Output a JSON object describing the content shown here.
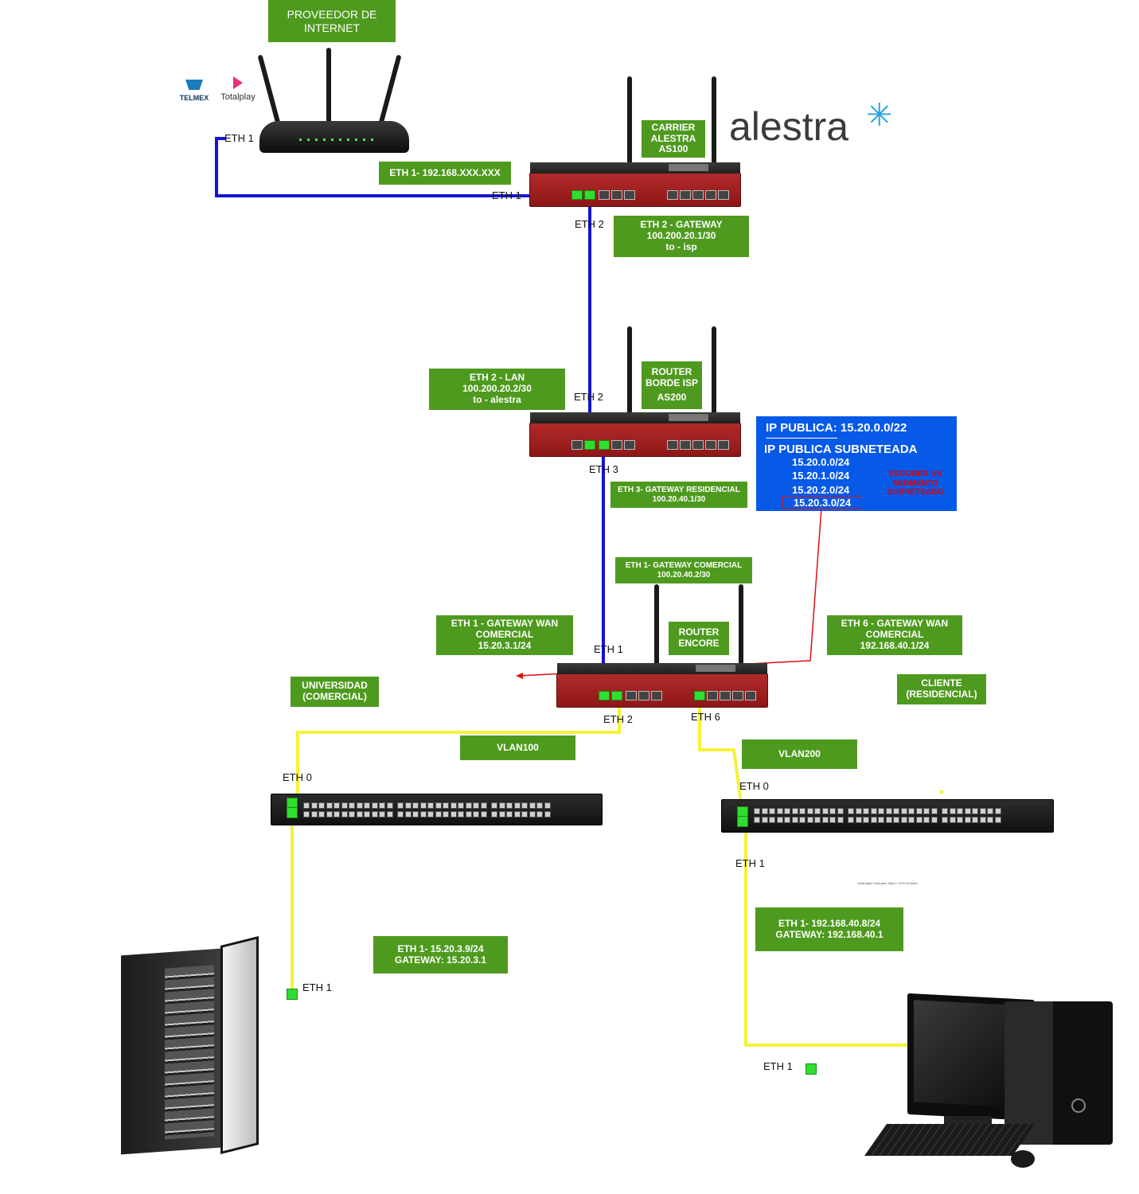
{
  "isp": {
    "title": "PROVEEDOR DE INTERNET",
    "logos": [
      "TELMEX",
      "Totalplay"
    ]
  },
  "alestra": {
    "brand": "alestra",
    "device": "CARRIER ALESTRA AS100",
    "eth1_label": "ETH 1- 192.168.XXX.XXX",
    "eth2_label": [
      "ETH 2 - GATEWAY",
      "100.200.20.1/30",
      "to - isp"
    ]
  },
  "isp_router": {
    "device": "ROUTER BORDE ISP",
    "as": "AS200",
    "eth2_label": [
      "ETH 2 - LAN",
      "100.200.20.2/30",
      "to - alestra"
    ],
    "eth3_label": [
      "ETH 3- GATEWAY RESIDENCIAL",
      "100.20.40.1/30"
    ]
  },
  "ip_publica": {
    "title": "IP PUBLICA: 15.20.0.0/22",
    "divider": "------------------------------------",
    "subtitle": "IP PUBLICA SUBNETEADA",
    "subnets": [
      "15.20.0.0/24",
      "15.20.1.0/24",
      "15.20.2.0/24",
      "15.20.3.0/24"
    ],
    "note": [
      "ESCOGER UN",
      "SEGMENTO",
      "SUBNETEADO"
    ],
    "selected_index": 3
  },
  "encore": {
    "device": "ROUTER ENCORE",
    "eth1_label": [
      "ETH 1- GATEWAY COMERCIAL",
      "100.20.40.2/30"
    ],
    "wan_comercial": [
      "ETH 1 - GATEWAY WAN",
      "COMERCIAL",
      "15.20.3.1/24"
    ],
    "eth6_label": [
      "ETH 6 - GATEWAY WAN",
      "COMERCIAL",
      "192.168.40.1/24"
    ]
  },
  "universidad": {
    "label": [
      "UNIVERSIDAD",
      "(COMERCIAL)"
    ],
    "vlan": "VLAN100",
    "host_label": [
      "ETH 1- 15.20.3.9/24",
      "GATEWAY: 15.20.3.1"
    ]
  },
  "cliente": {
    "label": [
      "CLIENTE",
      "(RESIDENCIAL)"
    ],
    "vlan": "VLAN200",
    "host_label": [
      "ETH 1- 192.168.40.8/24",
      "GATEWAY: 192.168.40.1"
    ]
  },
  "ports": {
    "eth0": "ETH 0",
    "eth1": "ETH 1",
    "eth2": "ETH 2",
    "eth3": "ETH 3",
    "eth6": "ETH 6"
  },
  "stray_text": "<font style='font-size: 40px;'> ETH 0</font>",
  "colors": {
    "green": "#4e9a1e",
    "blue_wire": "#1414d6",
    "yellow_wire": "#f5f23a",
    "red": "#dd1111",
    "ip_box": "#0759e8"
  }
}
